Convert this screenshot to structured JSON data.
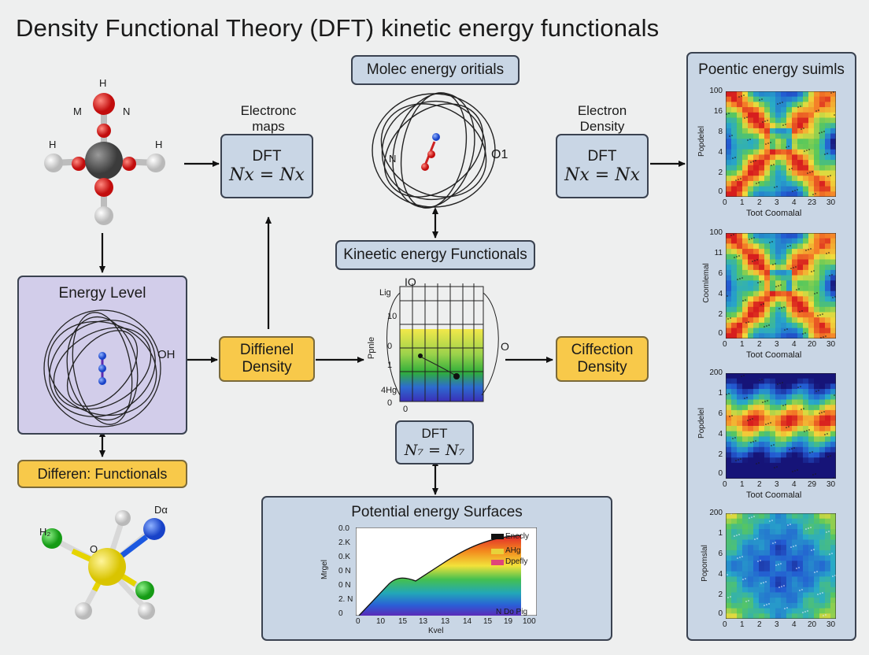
{
  "title": "Density Functional Theory (DFT) kinetic energy functionals",
  "molecule_top": {
    "atom_labels": [
      "H",
      "M",
      "N",
      "H",
      "H"
    ]
  },
  "electrons_maps": {
    "caption": "Electronc maps",
    "box_title": "DFT",
    "equation": "Nx = Nx"
  },
  "orbitals": {
    "header": "Molec energy oritials",
    "atom_labels": [
      "N",
      "O1"
    ]
  },
  "kinetic": {
    "label": "Kineetic energy Functionals"
  },
  "electron_density": {
    "caption": "Electron Density",
    "box_title": "DFT",
    "equation": "Nx = Nx"
  },
  "energy_level": {
    "title": "Energy Level",
    "atom_label": "OH"
  },
  "diffienel": {
    "label": "Diffienel Density"
  },
  "center_chart": {
    "top_label": "IO",
    "y_ticks": [
      "Lig",
      "10",
      "0",
      "1",
      "4Hg",
      "0"
    ],
    "y_label": "Ppnle",
    "x_label": "0",
    "right_label": "O"
  },
  "ciffection": {
    "label": "Ciffection Density"
  },
  "dft_small": {
    "title": "DFT",
    "equation": "N₇ = N₇"
  },
  "different_functionals": {
    "label": "Differen: Functionals"
  },
  "molecule_bottom": {
    "atom_labels": [
      "H₂",
      "O",
      "Dα"
    ]
  },
  "surfaces": {
    "title": "Potential energy Surfaces",
    "y_ticks": [
      "0.0",
      "2.K",
      "0.K",
      "0 N",
      "0 N",
      "2. N",
      "0"
    ],
    "x_ticks": [
      "0",
      "10",
      "15",
      "13",
      "13",
      "14",
      "15",
      "19",
      "100"
    ],
    "y_label": "Mrgel",
    "x_label": "Kvel",
    "legend": [
      "Enecly",
      "AHg",
      "Dpefly"
    ],
    "corner_label": "N Do Pig",
    "colors": {
      "legend_1": "#111111",
      "legend_2": "#e8d23a",
      "legend_3": "#e0457a"
    }
  },
  "right_panel": {
    "title": "Poentic energy suimls",
    "heatmaps": [
      {
        "y_label": "Popdelel",
        "y_ticks": [
          "100",
          "16",
          "8",
          "4",
          "2",
          "0"
        ],
        "x_ticks": [
          "0",
          "1",
          "2",
          "3",
          "4",
          "23",
          "30"
        ],
        "x_label": "Toot Coomalal"
      },
      {
        "y_label": "Coomlemal",
        "y_ticks": [
          "100",
          "11",
          "6",
          "4",
          "2",
          "0"
        ],
        "x_ticks": [
          "0",
          "1",
          "2",
          "3",
          "4",
          "20",
          "30"
        ],
        "x_label": "Toot Coomalal"
      },
      {
        "y_label": "Popdelel",
        "y_ticks": [
          "200",
          "1",
          "6",
          "4",
          "2",
          "0"
        ],
        "x_ticks": [
          "0",
          "1",
          "2",
          "3",
          "4",
          "29",
          "30"
        ],
        "x_label": "Toot Coomalal"
      },
      {
        "y_label": "Popomslal",
        "y_ticks": [
          "200",
          "1",
          "6",
          "4",
          "2",
          "0"
        ],
        "x_ticks": [
          "0",
          "1",
          "2",
          "3",
          "4",
          "20",
          "30"
        ],
        "x_label": ""
      }
    ]
  }
}
